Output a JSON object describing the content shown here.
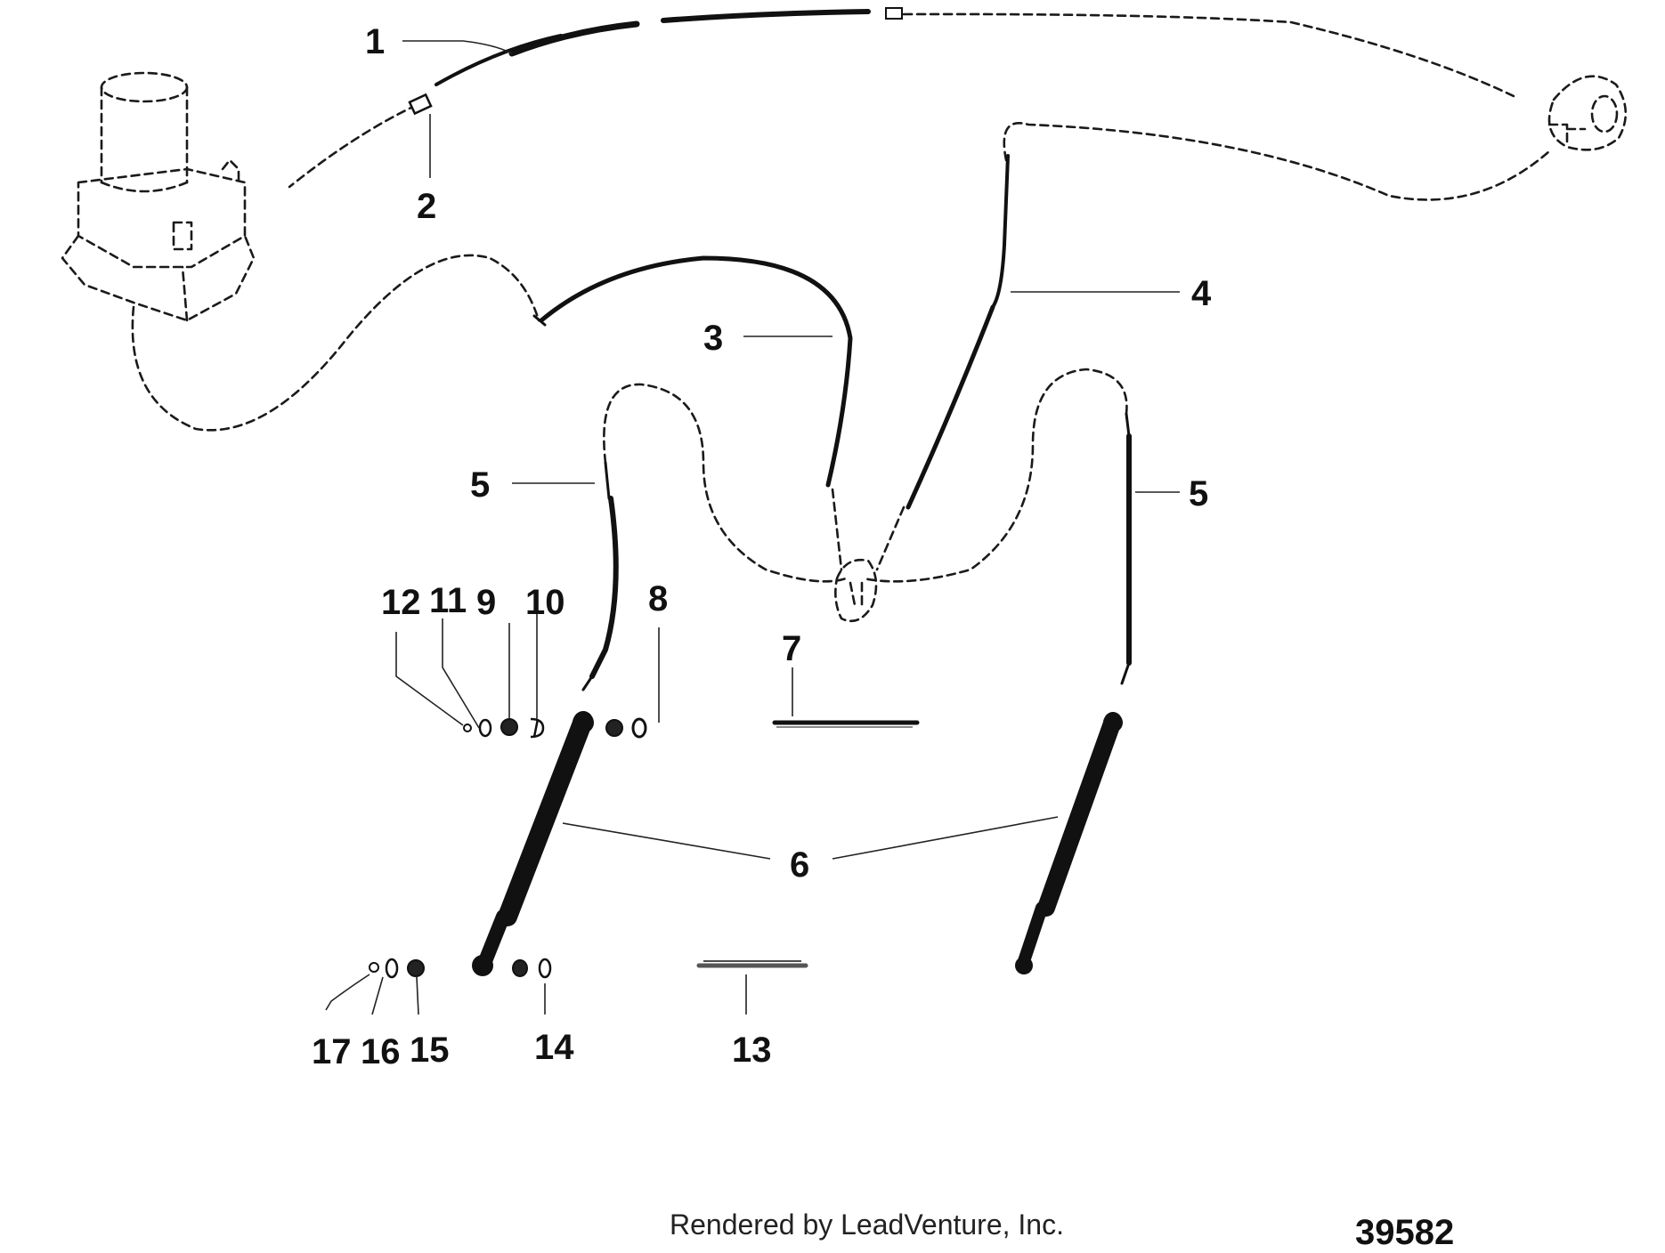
{
  "callouts": {
    "c1": "1",
    "c2": "2",
    "c3": "3",
    "c4": "4",
    "c5a": "5",
    "c5b": "5",
    "c6": "6",
    "c7": "7",
    "c8": "8",
    "c9": "9",
    "c10": "10",
    "c11": "11",
    "c12": "12",
    "c13": "13",
    "c14": "14",
    "c15": "15",
    "c16": "16",
    "c17": "17"
  },
  "footer": {
    "rendered_by": "Rendered by LeadVenture, Inc.",
    "figure_number": "39582"
  }
}
